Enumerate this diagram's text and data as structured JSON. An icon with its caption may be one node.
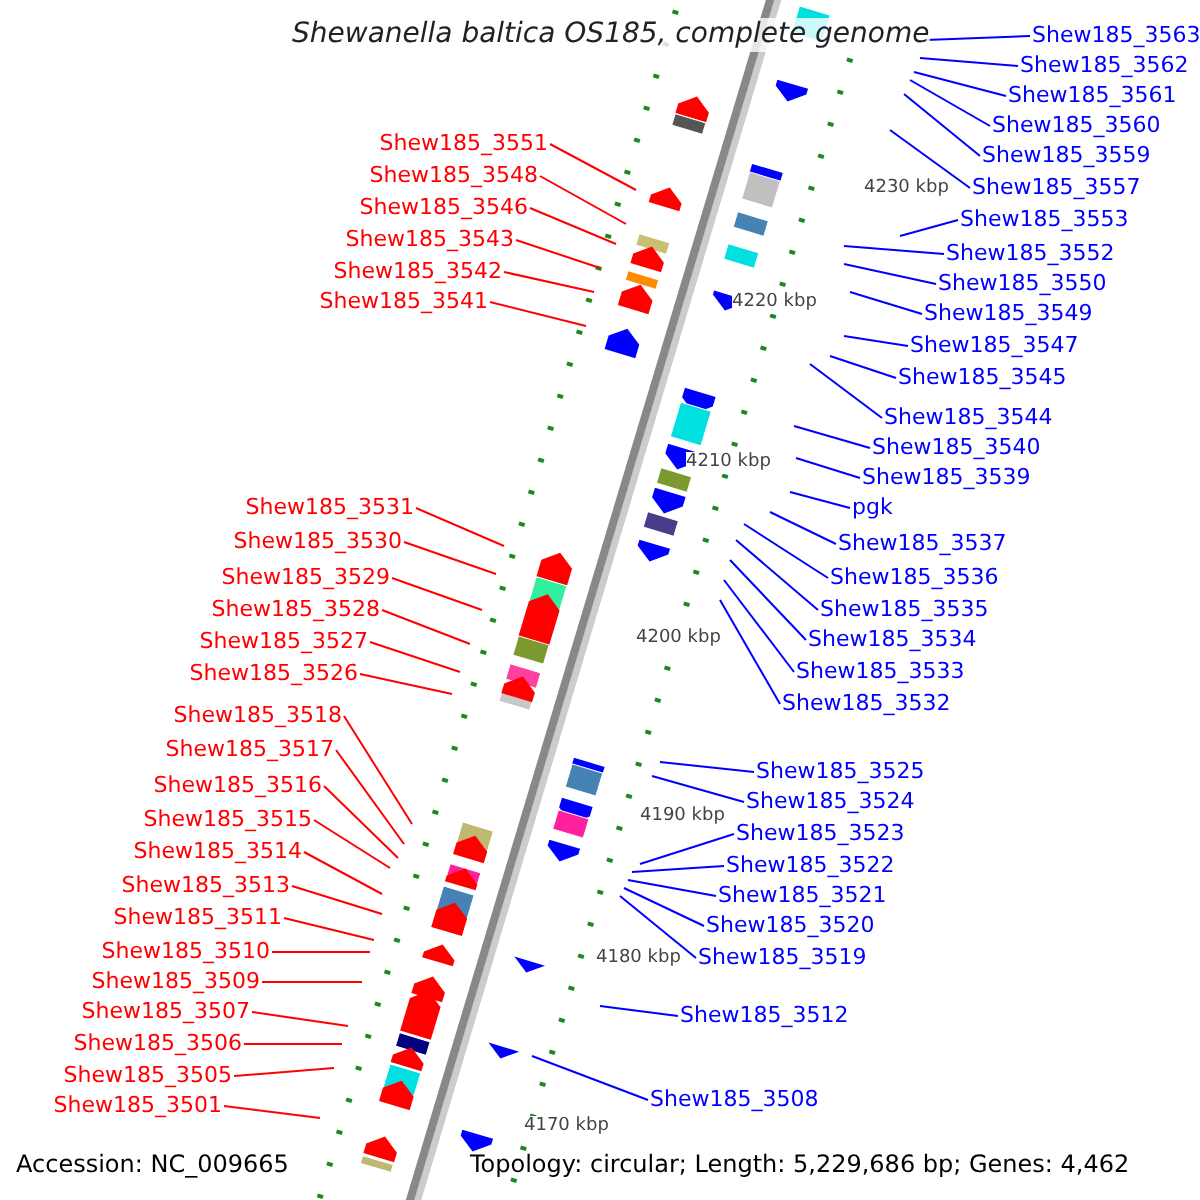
{
  "diagram": {
    "title": "Shewanella baltica OS185, complete genome",
    "nodes": [
      {
        "text": [
          "Shew185_3551"
        ]
      },
      {
        "text": [
          "Shew185_3548"
        ]
      },
      {
        "text": [
          "Shew185_3546"
        ]
      },
      {
        "text": [
          "Shew185_3543"
        ]
      },
      {
        "text": [
          "Shew185_3542"
        ]
      },
      {
        "text": [
          "Shew185_3541"
        ]
      },
      {
        "text": [
          "Shew185_3531"
        ]
      },
      {
        "text": [
          "Shew185_3530"
        ]
      },
      {
        "text": [
          "Shew185_3529"
        ]
      },
      {
        "text": [
          "Shew185_3528"
        ]
      },
      {
        "text": [
          "Shew185_3527"
        ]
      },
      {
        "text": [
          "Shew185_3526"
        ]
      },
      {
        "text": [
          "Shew185_3518"
        ]
      },
      {
        "text": [
          "Shew185_3517"
        ]
      },
      {
        "text": [
          "Shew185_3516"
        ]
      },
      {
        "text": [
          "Shew185_3515"
        ]
      },
      {
        "text": [
          "Shew185_3514"
        ]
      },
      {
        "text": [
          "Shew185_3513"
        ]
      },
      {
        "text": [
          "Shew185_3511"
        ]
      },
      {
        "text": [
          "Shew185_3510"
        ]
      },
      {
        "text": [
          "Shew185_3509"
        ]
      },
      {
        "text": [
          "Shew185_3507"
        ]
      },
      {
        "text": [
          "Shew185_3506"
        ]
      },
      {
        "text": [
          "Shew185_3505"
        ]
      },
      {
        "text": [
          "Shew185_3501"
        ]
      },
      {
        "text": [
          "Shew185_3563"
        ]
      },
      {
        "text": [
          "Shew185_3562"
        ]
      },
      {
        "text": [
          "Shew185_3561"
        ]
      },
      {
        "text": [
          "Shew185_3560"
        ]
      },
      {
        "text": [
          "Shew185_3559"
        ]
      },
      {
        "text": [
          "Shew185_3557"
        ]
      },
      {
        "text": [
          "Shew185_3553"
        ]
      },
      {
        "text": [
          "Shew185_3552"
        ]
      },
      {
        "text": [
          "Shew185_3550"
        ]
      },
      {
        "text": [
          "Shew185_3549"
        ]
      },
      {
        "text": [
          "Shew185_3547"
        ]
      },
      {
        "text": [
          "Shew185_3545"
        ]
      },
      {
        "text": [
          "Shew185_3544"
        ]
      },
      {
        "text": [
          "Shew185_3540"
        ]
      },
      {
        "text": [
          "Shew185_3539"
        ]
      },
      {
        "text": [
          "pgk"
        ]
      },
      {
        "text": [
          "Shew185_3537"
        ]
      },
      {
        "text": [
          "Shew185_3536"
        ]
      },
      {
        "text": [
          "Shew185_3535"
        ]
      },
      {
        "text": [
          "Shew185_3534"
        ]
      },
      {
        "text": [
          "Shew185_3533"
        ]
      },
      {
        "text": [
          "Shew185_3532"
        ]
      },
      {
        "text": [
          "Shew185_3525"
        ]
      },
      {
        "text": [
          "Shew185_3524"
        ]
      },
      {
        "text": [
          "Shew185_3523"
        ]
      },
      {
        "text": [
          "Shew185_3522"
        ]
      },
      {
        "text": [
          "Shew185_3521"
        ]
      },
      {
        "text": [
          "Shew185_3520"
        ]
      },
      {
        "text": [
          "Shew185_3519"
        ]
      },
      {
        "text": [
          "Shew185_3512"
        ]
      },
      {
        "text": [
          "Shew185_3508"
        ]
      }
    ],
    "edges": [
      {
        "from": 0,
        "to": null,
        "arrow": "none",
        "color": "#ff0000"
      },
      {
        "from": 1,
        "to": null,
        "arrow": "none",
        "color": "#ff0000"
      },
      {
        "from": 2,
        "to": null,
        "arrow": "none",
        "color": "#ff0000"
      },
      {
        "from": 3,
        "to": null,
        "arrow": "none",
        "color": "#ff0000"
      },
      {
        "from": 4,
        "to": null,
        "arrow": "none",
        "color": "#ff0000"
      },
      {
        "from": 5,
        "to": null,
        "arrow": "none",
        "color": "#ff0000"
      },
      {
        "from": 6,
        "to": null,
        "arrow": "none",
        "color": "#ff0000"
      },
      {
        "from": 7,
        "to": null,
        "arrow": "none",
        "color": "#ff0000"
      },
      {
        "from": 8,
        "to": null,
        "arrow": "none",
        "color": "#ff0000"
      },
      {
        "from": 9,
        "to": null,
        "arrow": "none",
        "color": "#ff0000"
      },
      {
        "from": 10,
        "to": null,
        "arrow": "none",
        "color": "#ff0000"
      },
      {
        "from": 11,
        "to": null,
        "arrow": "none",
        "color": "#ff0000"
      },
      {
        "from": 12,
        "to": null,
        "arrow": "none",
        "color": "#ff0000"
      },
      {
        "from": 13,
        "to": null,
        "arrow": "none",
        "color": "#ff0000"
      },
      {
        "from": 14,
        "to": null,
        "arrow": "none",
        "color": "#ff0000"
      },
      {
        "from": 15,
        "to": null,
        "arrow": "none",
        "color": "#ff0000"
      },
      {
        "from": 16,
        "to": null,
        "arrow": "none",
        "color": "#ff0000"
      },
      {
        "from": 17,
        "to": null,
        "arrow": "none",
        "color": "#ff0000"
      },
      {
        "from": 18,
        "to": null,
        "arrow": "none",
        "color": "#ff0000"
      },
      {
        "from": 19,
        "to": null,
        "arrow": "none",
        "color": "#ff0000"
      },
      {
        "from": 20,
        "to": null,
        "arrow": "none",
        "color": "#ff0000"
      },
      {
        "from": 21,
        "to": null,
        "arrow": "none",
        "color": "#ff0000"
      },
      {
        "from": 22,
        "to": null,
        "arrow": "none",
        "color": "#ff0000"
      },
      {
        "from": 23,
        "to": null,
        "arrow": "none",
        "color": "#ff0000"
      },
      {
        "from": 24,
        "to": null,
        "arrow": "none",
        "color": "#ff0000"
      },
      {
        "from": 25,
        "to": null,
        "arrow": "none"
      },
      {
        "from": 26,
        "to": null,
        "arrow": "none"
      },
      {
        "from": 27,
        "to": null,
        "arrow": "none"
      },
      {
        "from": 28,
        "to": null,
        "arrow": "none"
      },
      {
        "from": 29,
        "to": null,
        "arrow": "none"
      },
      {
        "from": 30,
        "to": null,
        "arrow": "none"
      },
      {
        "from": 31,
        "to": null,
        "arrow": "none"
      },
      {
        "from": 32,
        "to": null,
        "arrow": "none"
      },
      {
        "from": 33,
        "to": null,
        "arrow": "none"
      },
      {
        "from": 34,
        "to": null,
        "arrow": "none"
      },
      {
        "from": 35,
        "to": null,
        "arrow": "none"
      },
      {
        "from": 36,
        "to": null,
        "arrow": "none"
      },
      {
        "from": 37,
        "to": null,
        "arrow": "none"
      },
      {
        "from": 38,
        "to": null,
        "arrow": "none"
      },
      {
        "from": 39,
        "to": null,
        "arrow": "none"
      },
      {
        "from": 40,
        "to": null,
        "arrow": "none"
      },
      {
        "from": 41,
        "to": null,
        "arrow": "none"
      },
      {
        "from": 42,
        "to": null,
        "arrow": "none"
      },
      {
        "from": 43,
        "to": null,
        "arrow": "none"
      },
      {
        "from": 44,
        "to": null,
        "arrow": "none"
      },
      {
        "from": 45,
        "to": null,
        "arrow": "none"
      },
      {
        "from": 46,
        "to": null,
        "arrow": "none"
      },
      {
        "from": 47,
        "to": null,
        "arrow": "none"
      },
      {
        "from": 48,
        "to": null,
        "arrow": "none"
      },
      {
        "from": 49,
        "to": null,
        "arrow": "none"
      },
      {
        "from": 50,
        "to": null,
        "arrow": "none"
      },
      {
        "from": 51,
        "to": null,
        "arrow": "none"
      },
      {
        "from": 52,
        "to": null,
        "arrow": "none"
      },
      {
        "from": 53,
        "to": null,
        "arrow": "none"
      },
      {
        "from": 54,
        "to": null,
        "arrow": "none"
      },
      {
        "from": 55,
        "to": null,
        "arrow": "none"
      }
    ],
    "labels": [
      "4230 kbp",
      "4220 kbp",
      "4210 kbp",
      "4200 kbp",
      "4190 kbp",
      "4180 kbp",
      "4170 kbp",
      "Accession: NC_009665",
      "Topology: circular; Length: 5,229,686 bp; Genes: 4,462"
    ]
  }
}
